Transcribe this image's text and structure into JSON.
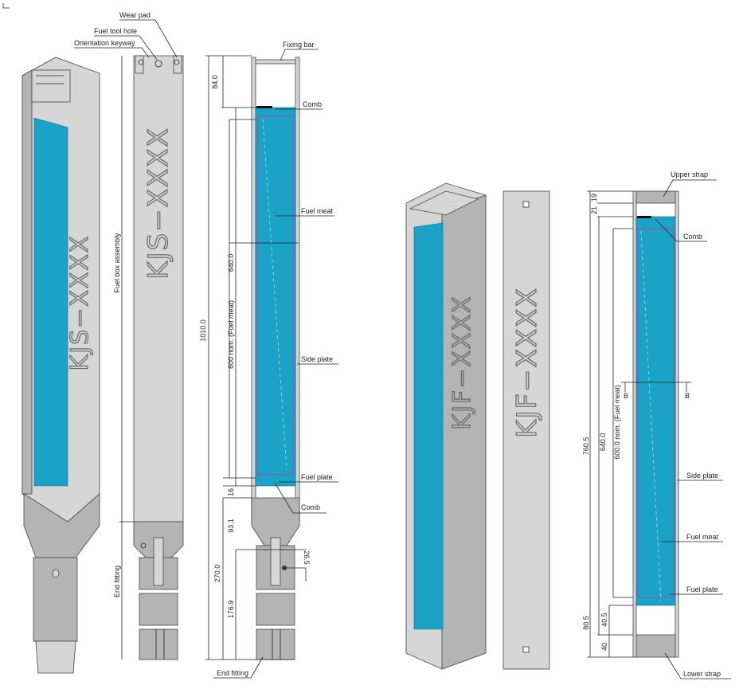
{
  "kjs": {
    "marking": "KJS−XXXX",
    "labels": {
      "wear_pad": "Wear pad",
      "fuel_tool_hole": "Fuel tool hole",
      "orientation_keyway": "Orientation keyway",
      "fixing_bar": "Fixing bar",
      "comb_top": "Comb",
      "fuel_meat": "Fuel meat",
      "side_plate": "Side plate",
      "fuel_plate": "Fuel plate",
      "comb_bottom": "Comb",
      "end_fitting_bottom": "End fitting",
      "fuel_box_assembly": "Fuel box assembly",
      "end_fitting_side": "End fitting"
    },
    "dimensions": {
      "d84": "84.0",
      "d1010": "1010.0",
      "d640": "640.0",
      "d600": "600 nom. (Fuel meat)",
      "d16": "16",
      "d93": "93.1",
      "d270": "270.0",
      "d176": "176.9",
      "d26": "26.5"
    }
  },
  "kjf": {
    "marking": "KJF−XXXX",
    "labels": {
      "upper_strap": "Upper strap",
      "comb": "Comb",
      "side_plate": "Side plate",
      "fuel_meat": "Fuel meat",
      "fuel_plate": "Fuel plate",
      "lower_strap": "Lower strap",
      "section_b_left": "B",
      "section_b_right": "B"
    },
    "dimensions": {
      "d21": "21",
      "d19": "19",
      "d760": "760.5",
      "d640": "640.0",
      "d600": "600.0 nom. (Fuel meat)",
      "d80": "80.5",
      "d40_5": "40.5",
      "d40": "40"
    }
  },
  "colors": {
    "fuel": "#1aa3c6",
    "body": "#d6d6d6",
    "meat_outline": "#c03aa0"
  }
}
